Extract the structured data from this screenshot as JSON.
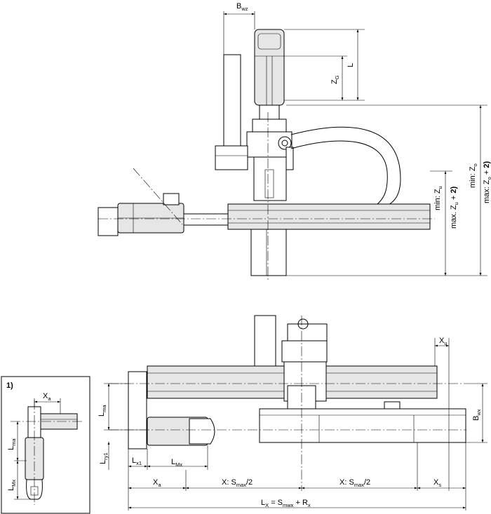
{
  "figure": {
    "top": {
      "bwz": {
        "main": "B",
        "sub": "wz"
      },
      "l": "L",
      "zg": {
        "main": "Z",
        "sub": "G"
      },
      "zu_min": {
        "pre": "min: Z",
        "sub": "u"
      },
      "zu_max": {
        "pre": "max. Z",
        "sub": "u",
        "post": " + ",
        "note": "2)"
      },
      "zo_min": {
        "pre": "min: Z",
        "sub": "o"
      },
      "zo_max": {
        "pre": "max: Z",
        "sub": "o",
        "post": " + ",
        "note": "2)"
      }
    },
    "bottom": {
      "xu": {
        "main": "X",
        "sub": "u"
      },
      "lma": {
        "main": "L",
        "sub": "ma"
      },
      "bwx": {
        "main": "B",
        "sub": "wx"
      },
      "lry1": {
        "main": "L",
        "sub": "ry1"
      },
      "lx1": {
        "main": "L",
        "sub": "x1"
      },
      "lmx": {
        "main": "L",
        "sub": "Mx"
      },
      "xa": {
        "main": "X",
        "sub": "a"
      },
      "smax_left": {
        "pre": "X: S",
        "sub": "max",
        "post": "/2"
      },
      "smax_right": {
        "pre": "X: S",
        "sub": "max",
        "post": "/2"
      },
      "xs": {
        "main": "X",
        "sub": "s"
      },
      "lx_total": {
        "pre": "L",
        "sub": "X",
        "mid": " = S",
        "sub2": "mwx",
        "post": " + R",
        "sub3": "x"
      }
    },
    "inset": {
      "title": "1)",
      "xa": {
        "main": "X",
        "sub": "a"
      },
      "lma": {
        "main": "L",
        "sub": "ma"
      },
      "lmx": {
        "main": "L",
        "sub": "Mx"
      }
    }
  }
}
